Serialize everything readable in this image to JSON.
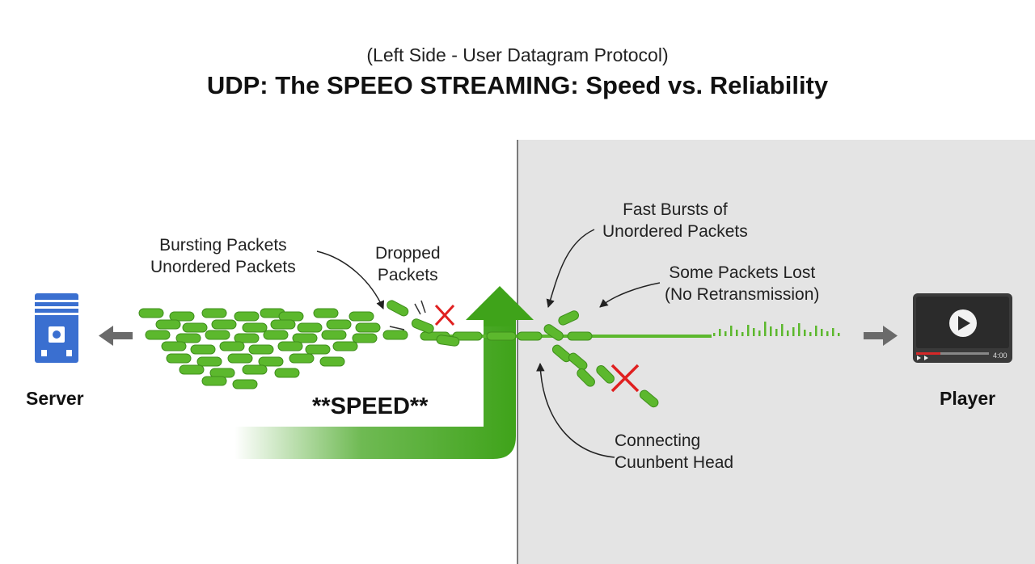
{
  "header": {
    "subtitle": "(Left Side - User Datagram Protocol)",
    "title": "UDP: The SPEEO STREAMING: Speed vs. Reliability"
  },
  "nodes": {
    "server": "Server",
    "player": "Player"
  },
  "labels": {
    "bursting_line1": "Bursting Packets",
    "bursting_line2": "Unordered Packets",
    "dropped_line1": "Dropped",
    "dropped_line2": "Packets",
    "fast_line1": "Fast Bursts of",
    "fast_line2": "Unordered Packets",
    "lost_line1": "Some Packets Lost",
    "lost_line2": "(No Retransmission)",
    "connecting_line1": "Connecting",
    "connecting_line2": "Cuunbent Head",
    "speed": "**SPEED**"
  },
  "player_time": "4:00",
  "colors": {
    "packet": "#5cb82d",
    "packet_edge": "#3f8f1c",
    "speed_arrow": "#3fa31a",
    "server": "#3a6fd0",
    "drop_mark": "#e02020",
    "player_body": "#3a3a3a",
    "progress": "#d62828",
    "right_background": "#e4e4e4"
  }
}
